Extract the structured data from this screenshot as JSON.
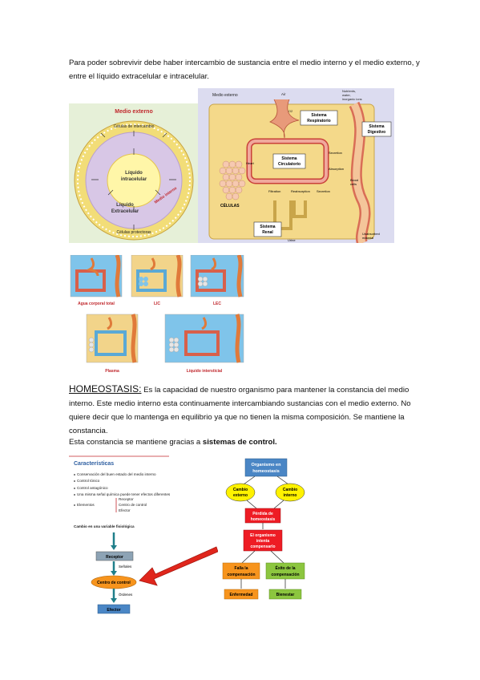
{
  "intro": {
    "text": "Para poder sobrevivir debe haber intercambio de sustancia entre el medio interno y el medio externo, y entre el líquido extracelular e intracelular."
  },
  "fig1": {
    "title": "Medio externo",
    "cells_label": "Células de intercambio",
    "intracellular": [
      "Líquido",
      "intracelular"
    ],
    "extracellular": [
      "Líquido",
      "Extracelular"
    ],
    "internal": "Medio interno",
    "protective": "Células protectoras"
  },
  "fig2": {
    "external": "Medio externo",
    "air": "Air",
    "co2": "CO2",
    "nutrients": [
      "Nutrients,",
      "water,",
      "inorganic ions"
    ],
    "respiratory": [
      "Sistema",
      "Respiratorio"
    ],
    "digestive": [
      "Sistema",
      "Digestivo"
    ],
    "circulatory": [
      "Sistema",
      "Circulatorio"
    ],
    "heart": "Heart",
    "secretion": "Secretion",
    "absorption": "Absorption",
    "blood_cells": [
      "Blood",
      "cells"
    ],
    "filtration": "Filtration",
    "reabsorption": "Reabsorption",
    "secretion2": "Secretion",
    "cells": "CÉLULAS",
    "renal": [
      "Sistema",
      "Renal"
    ],
    "urine": "Urine",
    "unabsorbed": [
      "Unabsorbed",
      "material"
    ]
  },
  "compartments": [
    "Agua corporal total",
    "LIC",
    "LEC",
    "Plasma",
    "Líquido intersticial"
  ],
  "homeostasis": {
    "term": "HOMEOSTASIS:",
    "definition": " Es la capacidad de nuestro organismo para mantener la constancia del medio interno. Este medio interno esta continuamente intercambiando sustancias con el medio externo. No quiere decir que lo mantenga en equilibrio ya que no tienen la misma composición. Se mantiene la constancia."
  },
  "control": {
    "lead": "Esta constancia se mantiene gracias a ",
    "bold": "sistemas de control."
  },
  "characteristics": {
    "title": "Características",
    "items": [
      "Conservación del buen estado del medio interno",
      "Control tónico",
      "Control antagónico",
      "Una misma señal química puede tener efectos diferentes",
      "Elementos"
    ],
    "elements": [
      "Receptor",
      "Centro de control",
      "Efector"
    ],
    "change": "Cambio en una variable fisiológica",
    "receptor": "Receptor",
    "signals": "Señales",
    "center": "Centro de control",
    "orders": "Órdenes",
    "effector": "Efector"
  },
  "flow": {
    "organism": [
      "Organismo en",
      "homeostasis"
    ],
    "ext_change": [
      "Cambio",
      "externo"
    ],
    "int_change": [
      "Cambio",
      "interno"
    ],
    "loss": [
      "Pérdida de",
      "homeostasis"
    ],
    "compensate": [
      "El organismo",
      "intenta",
      "compensarlo"
    ],
    "fail": [
      "Falla la",
      "compensación"
    ],
    "success": [
      "Éxito de la",
      "compensación"
    ],
    "disease": "Enfermedad",
    "wellbeing": "Bienestar"
  },
  "colors": {
    "fig1_bg": "#e6f0d8",
    "fig2_bg": "#dcdcf0",
    "outer_ring": "#f2dd78",
    "inner_circle": "#d8c7e6",
    "core": "#fff6a8",
    "red_arrow": "#e0261c",
    "flow_blue": "#4a86c5",
    "flow_yellow": "#fff200",
    "flow_red": "#ee1c24",
    "flow_orange": "#f7941d",
    "flow_green": "#8cc63f"
  }
}
